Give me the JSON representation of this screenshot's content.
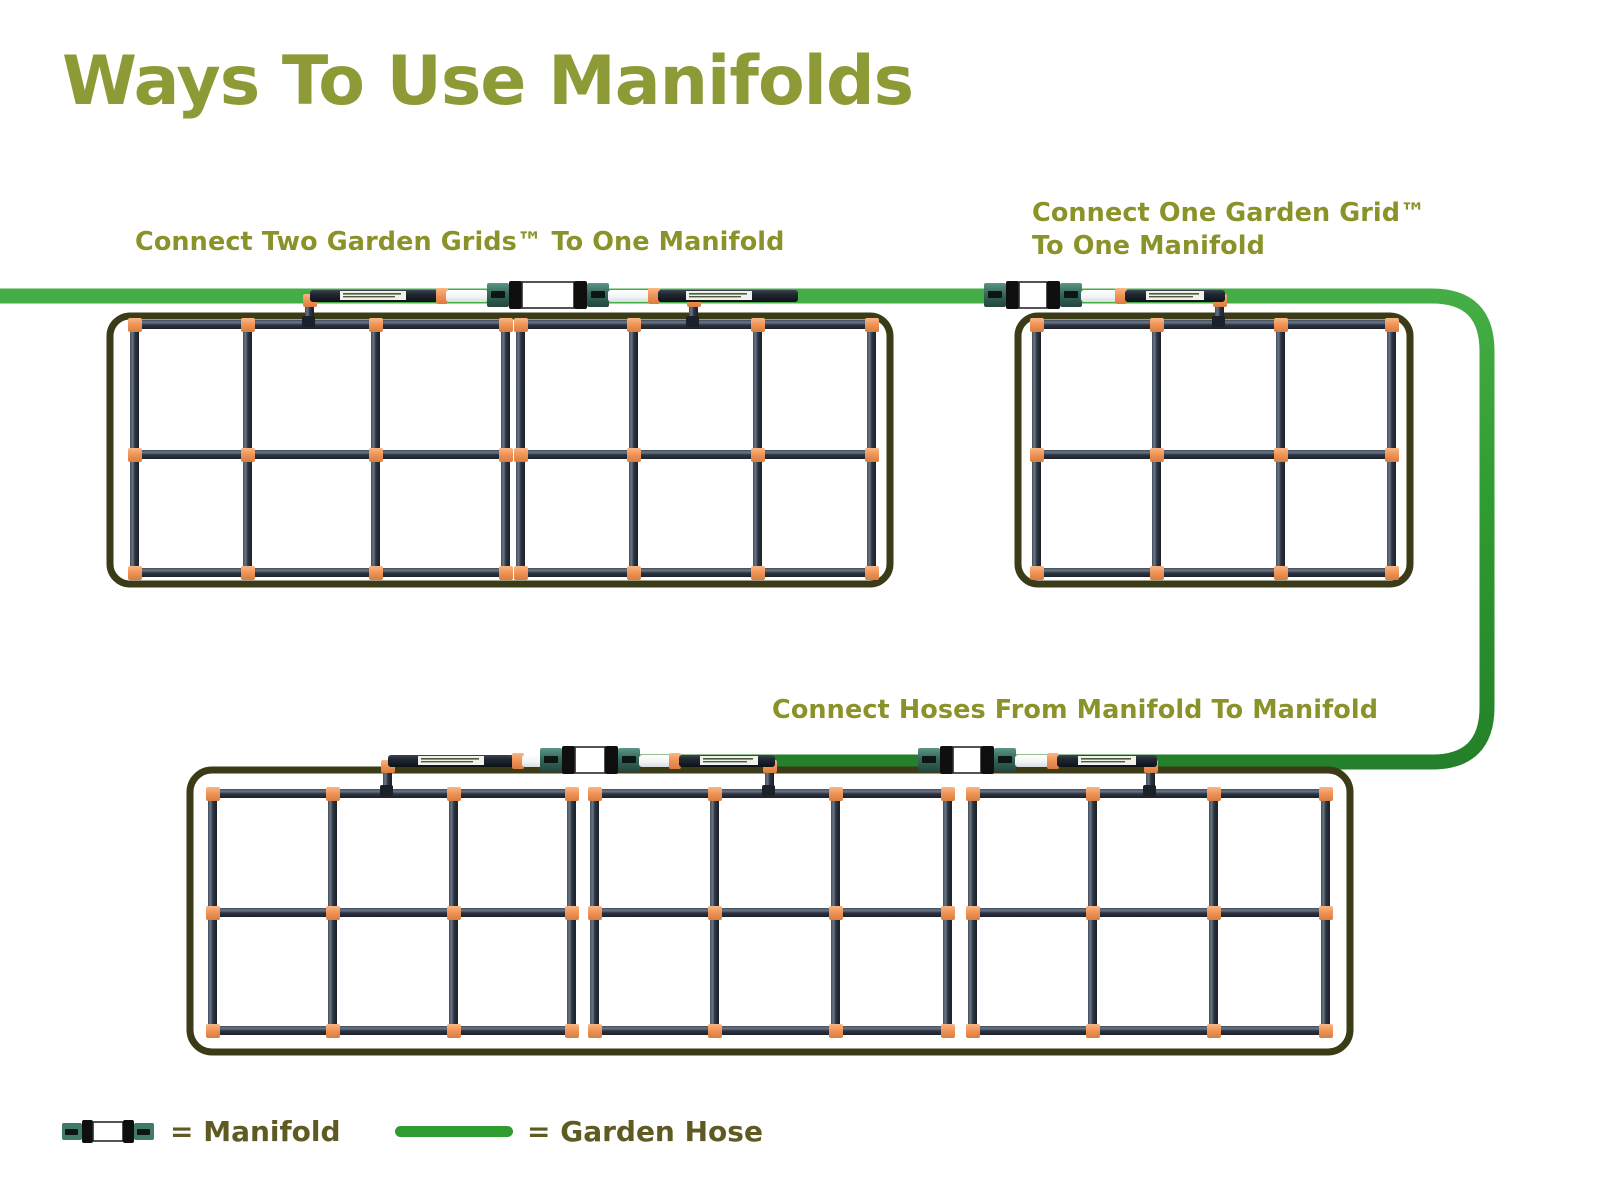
{
  "page": {
    "title": "Ways To Use Manifolds",
    "background_color": "#ffffff",
    "title_color": "#8e9a36"
  },
  "headings": {
    "two_grids_one_manifold": "Connect Two Garden Grids™ To One Manifold",
    "one_grid_one_manifold_line1": "Connect One Garden Grid™",
    "one_grid_one_manifold_line2": "To One Manifold",
    "hoses_manifold_to_manifold": "Connect Hoses From Manifold To Manifold",
    "color": "#8b9229"
  },
  "legend": {
    "manifold_label": "= Manifold",
    "hose_label": "= Garden Hose",
    "text_color": "#5e5a22",
    "hose_color": "#2f9c2f",
    "manifold_cap_color": "#3f7a6b",
    "manifold_block_color": "#101010",
    "manifold_body_color": "#ffffff"
  },
  "colors": {
    "garden_hose": "#2f9c2f",
    "bed_border": "#3b3b18",
    "pipe_dark": "#2b3442",
    "pipe_highlight": "#5d6775",
    "fitting_orange": "#f0965a",
    "manifold_white": "#ffffff",
    "manifold_teal": "#3f7a6b",
    "manifold_black": "#121212",
    "label_white": "#f4f4f0"
  },
  "diagram": {
    "type": "irrigation-layout",
    "sections": [
      {
        "id": "section-two-grids",
        "name": "Connect Two Garden Grids To One Manifold",
        "bed_count": 1,
        "grid_count": 2,
        "grid_columns": 3,
        "grid_rows": 2,
        "manifold_count": 1,
        "feed_drops": 2
      },
      {
        "id": "section-one-grid",
        "name": "Connect One Garden Grid To One Manifold",
        "bed_count": 1,
        "grid_count": 1,
        "grid_columns": 3,
        "grid_rows": 2,
        "manifold_count": 1,
        "feed_drops": 1
      },
      {
        "id": "section-manifold-to-manifold",
        "name": "Connect Hoses From Manifold To Manifold",
        "bed_count": 1,
        "grid_count": 3,
        "grid_columns": 3,
        "grid_rows": 2,
        "manifold_count": 2,
        "feed_drops": 3
      }
    ],
    "hose_route": "Enters at far left along the top, runs right past both top beds, curves down the right edge, and returns leftwards along the lower manifold run."
  }
}
